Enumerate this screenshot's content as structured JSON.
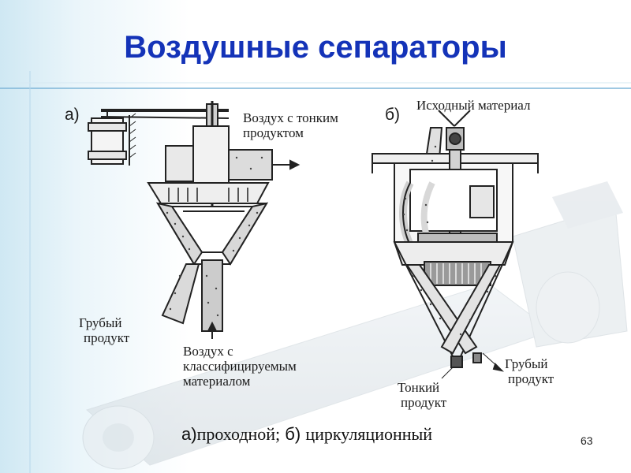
{
  "title": "Воздушные сепараторы",
  "diagram_a": {
    "letter": "а)",
    "label_air_fine": [
      "Воздух с тонким",
      "продуктом"
    ],
    "label_coarse": [
      "Грубый",
      "продукт"
    ],
    "label_air_classified": [
      "Воздух с",
      "классифицируемым",
      "материалом"
    ]
  },
  "diagram_b": {
    "letter": "б)",
    "label_source": "Исходный материал",
    "label_coarse": [
      "Грубый",
      "продукт"
    ],
    "label_fine": [
      "Тонкий",
      "продукт"
    ]
  },
  "caption": {
    "part_a_letter": "а)",
    "part_a_text": "проходной;",
    "part_b_letter": "б)",
    "part_b_text": "циркуляционный"
  },
  "page_number": "63",
  "colors": {
    "title": "#1433b8",
    "accent_line": "#7fb6d8",
    "background_wash": "#d9eef7"
  }
}
